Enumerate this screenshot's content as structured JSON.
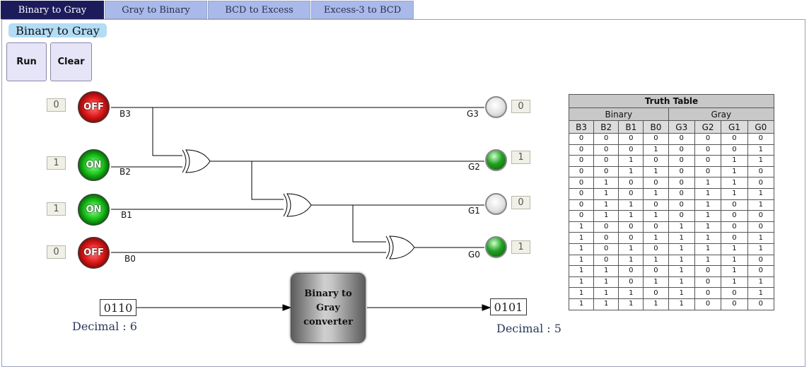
{
  "tabs": [
    {
      "label": "Binary to Gray",
      "active": true
    },
    {
      "label": "Gray to Binary",
      "active": false
    },
    {
      "label": "BCD to Excess",
      "active": false
    },
    {
      "label": "Excess-3 to BCD",
      "active": false
    }
  ],
  "page_title": "Binary to Gray",
  "buttons": {
    "run": "Run",
    "clear": "Clear"
  },
  "inputs": [
    {
      "label": "B3",
      "value": "0",
      "state": "OFF"
    },
    {
      "label": "B2",
      "value": "1",
      "state": "ON"
    },
    {
      "label": "B1",
      "value": "1",
      "state": "ON"
    },
    {
      "label": "B0",
      "value": "0",
      "state": "OFF"
    }
  ],
  "outputs": [
    {
      "label": "G3",
      "value": "0",
      "lit": false
    },
    {
      "label": "G2",
      "value": "1",
      "lit": true
    },
    {
      "label": "G1",
      "value": "0",
      "lit": false
    },
    {
      "label": "G0",
      "value": "1",
      "lit": true
    }
  ],
  "converter": {
    "input_binary": "0110",
    "input_decimal": "Decimal : 6",
    "label": "Binary to Gray converter",
    "output_gray": "0101",
    "output_decimal": "Decimal : 5"
  },
  "truth_table": {
    "title": "Truth Table",
    "groups": [
      "Binary",
      "Gray"
    ],
    "columns": [
      "B3",
      "B2",
      "B1",
      "B0",
      "G3",
      "G2",
      "G1",
      "G0"
    ],
    "rows": [
      [
        "0",
        "0",
        "0",
        "0",
        "0",
        "0",
        "0",
        "0"
      ],
      [
        "0",
        "0",
        "0",
        "1",
        "0",
        "0",
        "0",
        "1"
      ],
      [
        "0",
        "0",
        "1",
        "0",
        "0",
        "0",
        "1",
        "1"
      ],
      [
        "0",
        "0",
        "1",
        "1",
        "0",
        "0",
        "1",
        "0"
      ],
      [
        "0",
        "1",
        "0",
        "0",
        "0",
        "1",
        "1",
        "0"
      ],
      [
        "0",
        "1",
        "0",
        "1",
        "0",
        "1",
        "1",
        "1"
      ],
      [
        "0",
        "1",
        "1",
        "0",
        "0",
        "1",
        "0",
        "1"
      ],
      [
        "0",
        "1",
        "1",
        "1",
        "0",
        "1",
        "0",
        "0"
      ],
      [
        "1",
        "0",
        "0",
        "0",
        "1",
        "1",
        "0",
        "0"
      ],
      [
        "1",
        "0",
        "0",
        "1",
        "1",
        "1",
        "0",
        "1"
      ],
      [
        "1",
        "0",
        "1",
        "0",
        "1",
        "1",
        "1",
        "1"
      ],
      [
        "1",
        "0",
        "1",
        "1",
        "1",
        "1",
        "1",
        "0"
      ],
      [
        "1",
        "1",
        "0",
        "0",
        "1",
        "0",
        "1",
        "0"
      ],
      [
        "1",
        "1",
        "0",
        "1",
        "1",
        "0",
        "1",
        "1"
      ],
      [
        "1",
        "1",
        "1",
        "0",
        "1",
        "0",
        "0",
        "1"
      ],
      [
        "1",
        "1",
        "1",
        "1",
        "1",
        "0",
        "0",
        "0"
      ]
    ]
  }
}
